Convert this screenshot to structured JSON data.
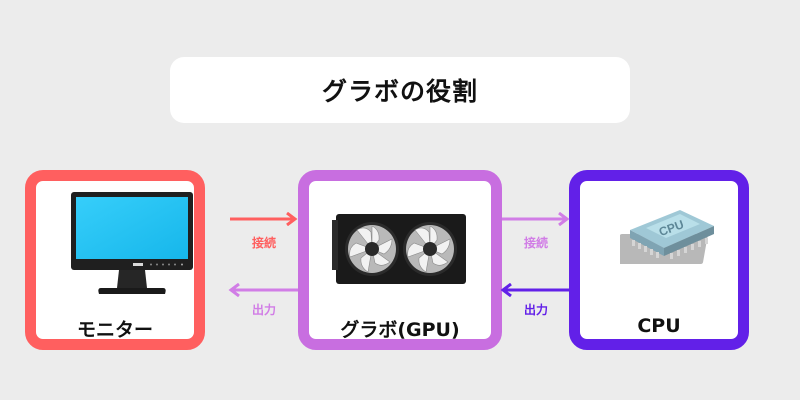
{
  "title": "グラボの役割",
  "nodes": {
    "monitor": {
      "label": "モニター"
    },
    "gpu": {
      "label": "グラボ(GPU)"
    },
    "cpu": {
      "label": "CPU"
    }
  },
  "chip_text": "CPU",
  "edges": {
    "monitor_to_gpu": {
      "label": "接続",
      "color": "#ff5f5f"
    },
    "gpu_to_monitor": {
      "label": "出力",
      "color": "#d17de6"
    },
    "gpu_to_cpu": {
      "label": "接続",
      "color": "#d17de6"
    },
    "cpu_to_gpu": {
      "label": "出力",
      "color": "#6220e8"
    }
  },
  "colors": {
    "background": "#ececec",
    "monitor_border": "#ff5f5f",
    "gpu_border": "#c86ee0",
    "cpu_border": "#6220e8"
  }
}
